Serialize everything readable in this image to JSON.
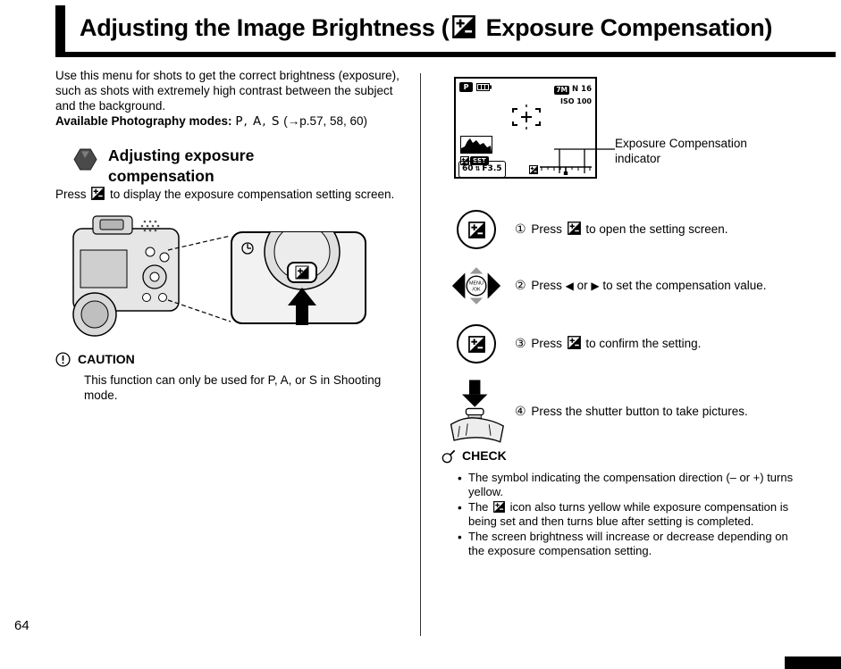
{
  "page": {
    "number": "64",
    "title_prefix": "Adjusting the Image Brightness (",
    "title_suffix": " Exposure Compensation)"
  },
  "colors": {
    "ink": "#000000",
    "paper": "#ffffff"
  },
  "icons": {
    "exposure_compensation": "square-split-diagonal-plus-minus",
    "four_way_controller": "left-right-arrows-with-menu-ok",
    "shutter_button": "down-arrow-on-shutter-button",
    "caution": "circled-exclamation",
    "check": "magnifier",
    "section_bullet": "gray-hexagon"
  },
  "left": {
    "intro": "Use this menu for shots to get the correct brightness (exposure), such as shots with extremely high contrast between the subject and the background.",
    "modes_label": "Available Photography modes:",
    "modes_value": "P, A, S",
    "modes_ref": "(→p.57, 58, 60)",
    "section_title_line1": "Adjusting exposure",
    "section_title_line2": "compensation",
    "press_prefix": "Press",
    "press_suffix": "to display the exposure compensation setting screen.",
    "caution_title": "CAUTION",
    "caution_text": "This function can only be used for P, A, or S in Shooting mode."
  },
  "right": {
    "lcd": {
      "mode": "P",
      "resolution": "7M",
      "quality": "N",
      "frames": "16",
      "iso": "ISO 100",
      "set_label": "SET",
      "shutter": "60",
      "dial_glyph": "⇅",
      "aperture": "F3.5"
    },
    "indicator_label_line1": "Exposure Compensation",
    "indicator_label_line2": "indicator",
    "steps": [
      {
        "num": "①",
        "prefix": "Press",
        "suffix": "to open the setting screen."
      },
      {
        "num": "②",
        "prefix": "Press",
        "left_arrow": "◀",
        "or_word": "or",
        "right_arrow": "▶",
        "suffix": "to set the compensation value."
      },
      {
        "num": "③",
        "prefix": "Press",
        "suffix": "to confirm the setting."
      },
      {
        "num": "④",
        "text": "Press the shutter button to take pictures."
      }
    ],
    "check_title": "CHECK",
    "bullet_glyph": "•",
    "check_bullets": [
      {
        "text": "The symbol indicating the compensation direction (– or +) turns yellow."
      },
      {
        "prefix": "The",
        "suffix": "icon also turns yellow while exposure compensation is being set and then turns blue after setting is completed."
      },
      {
        "text": "The screen brightness will increase or decrease depending on the exposure compensation setting."
      }
    ]
  }
}
